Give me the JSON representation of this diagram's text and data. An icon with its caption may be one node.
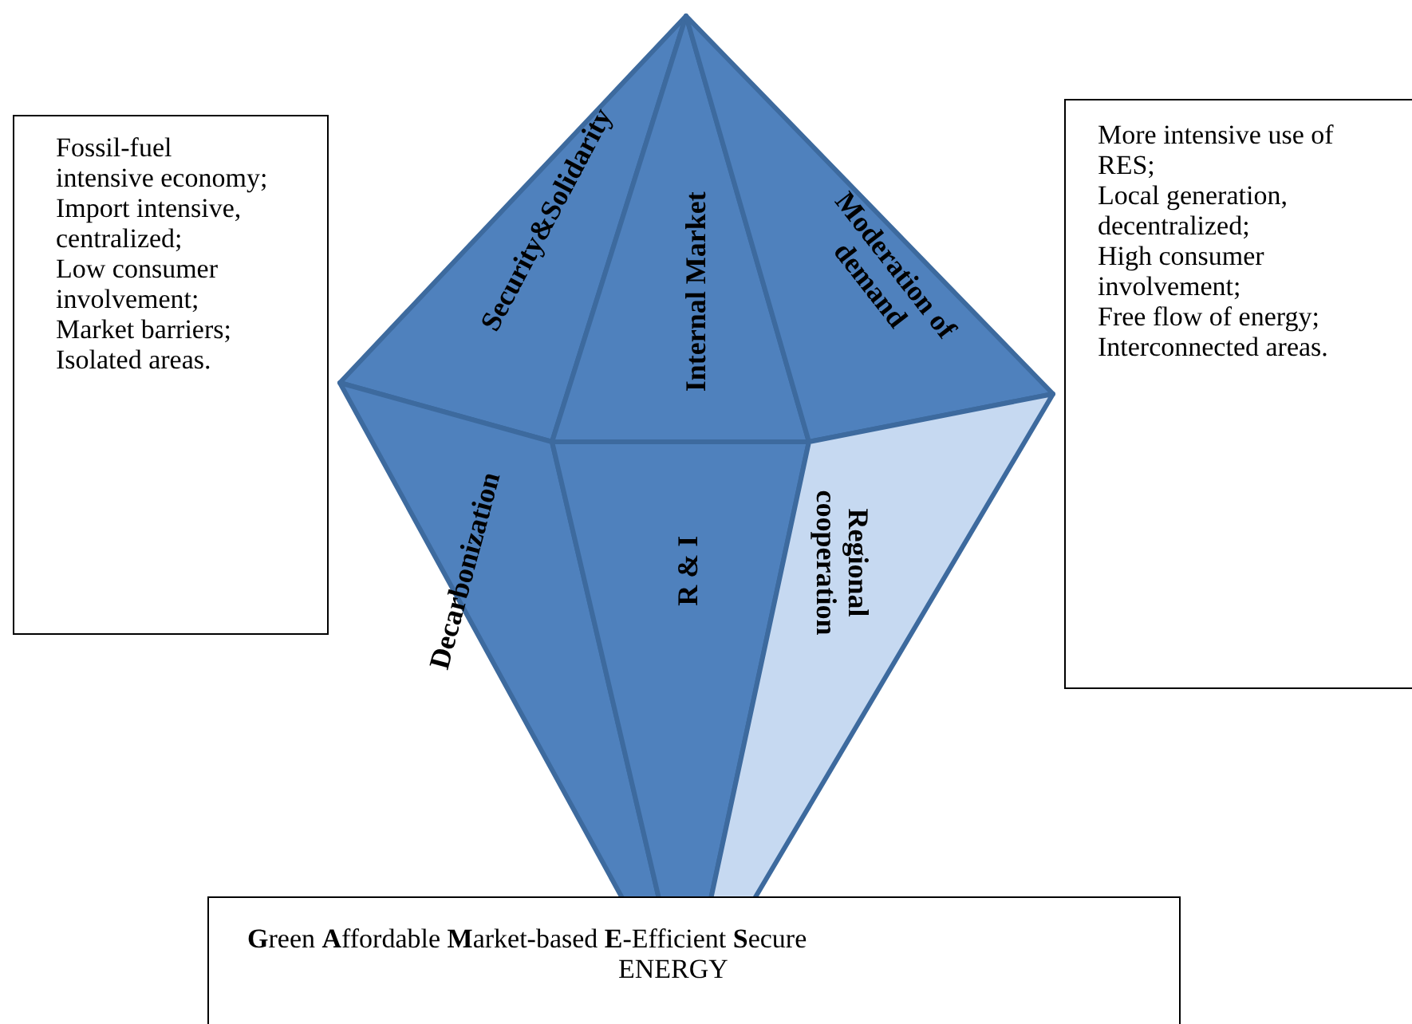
{
  "diagram": {
    "nodes": [
      {
        "text": [
          "Fossil-fuel intensive economy;",
          "Import intensive, centralized;",
          "Low consumer involvement;",
          "Market barriers;",
          "Isolated areas."
        ]
      },
      {
        "text": [
          "Security&Solidarity"
        ]
      },
      {
        "text": [
          "Internal Market"
        ]
      },
      {
        "text": [
          "Moderation of demand"
        ]
      },
      {
        "text": [
          "More intensive use of RES;",
          "Local generation, decentralized;",
          "High consumer involvement;",
          "Free flow of energy;",
          "Interconnected areas."
        ]
      },
      {
        "text": [
          "Decarbonization"
        ]
      },
      {
        "text": [
          "R & I"
        ]
      },
      {
        "text": [
          "Regional cooperation"
        ]
      },
      {
        "text": [
          "**G**reen **A**ffordable **M**arket-based **E**-Efficient **S**ecure",
          "ENERGY"
        ]
      }
    ],
    "edges": []
  }
}
